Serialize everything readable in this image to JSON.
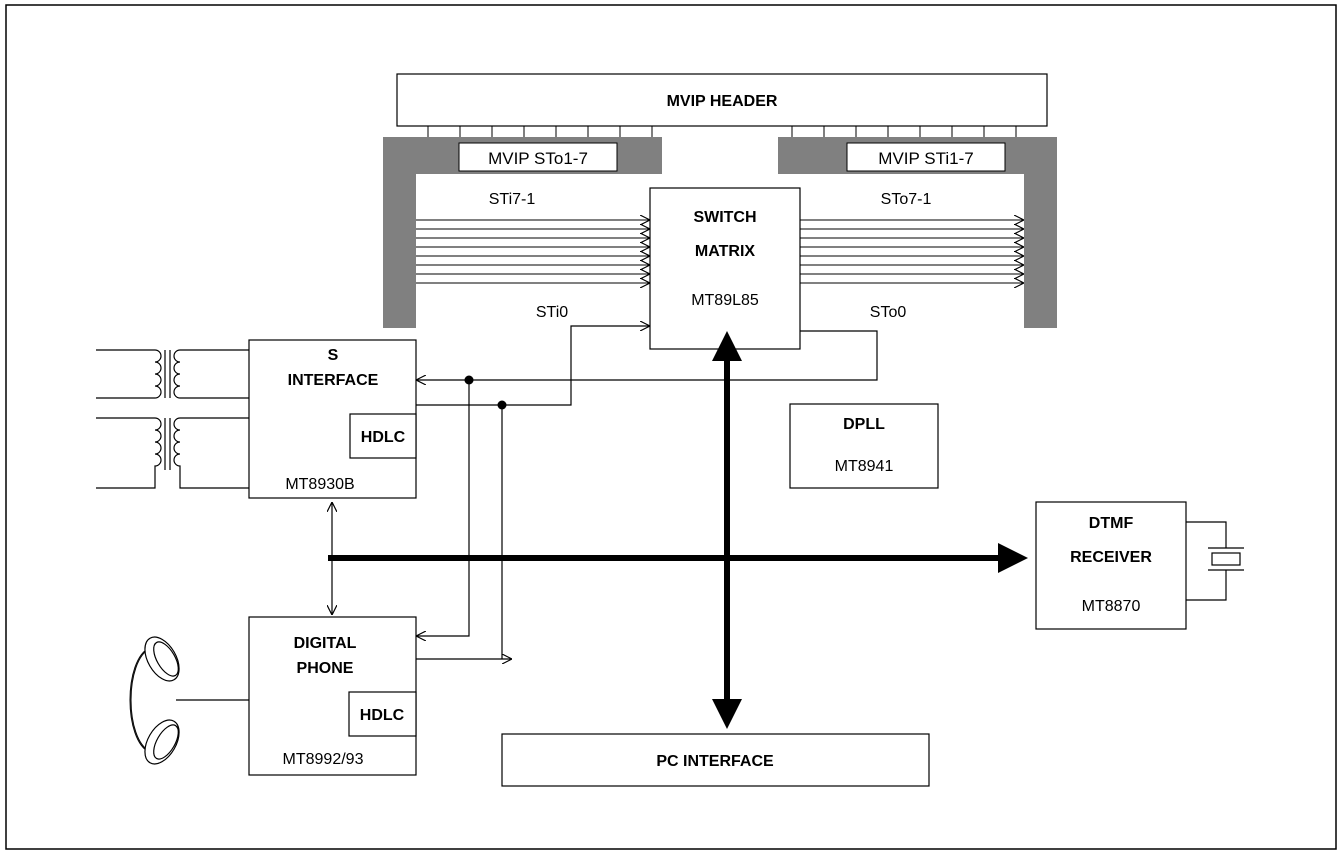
{
  "header": {
    "label": "MVIP HEADER"
  },
  "mvip_left": {
    "label": "MVIP STo1-7"
  },
  "mvip_right": {
    "label": "MVIP STi1-7"
  },
  "switch_matrix": {
    "line1": "SWITCH",
    "line2": "MATRIX",
    "part": "MT89L85",
    "in_bus_label": "STi7-1",
    "out_bus_label": "STo7-1",
    "in0_label": "STi0",
    "out0_label": "STo0"
  },
  "s_interface": {
    "line1": "S",
    "line2": "INTERFACE",
    "hdlc": "HDLC",
    "part": "MT8930B"
  },
  "dpll": {
    "name": "DPLL",
    "part": "MT8941"
  },
  "dtmf": {
    "line1": "DTMF",
    "line2": "RECEIVER",
    "part": "MT8870"
  },
  "digital_phone": {
    "line1": "DIGITAL",
    "line2": "PHONE",
    "hdlc": "HDLC",
    "part": "MT8992/93"
  },
  "pc_interface": {
    "label": "PC INTERFACE"
  },
  "colors": {
    "line": "#000000",
    "connector_bar": "#808080",
    "background": "#ffffff"
  }
}
